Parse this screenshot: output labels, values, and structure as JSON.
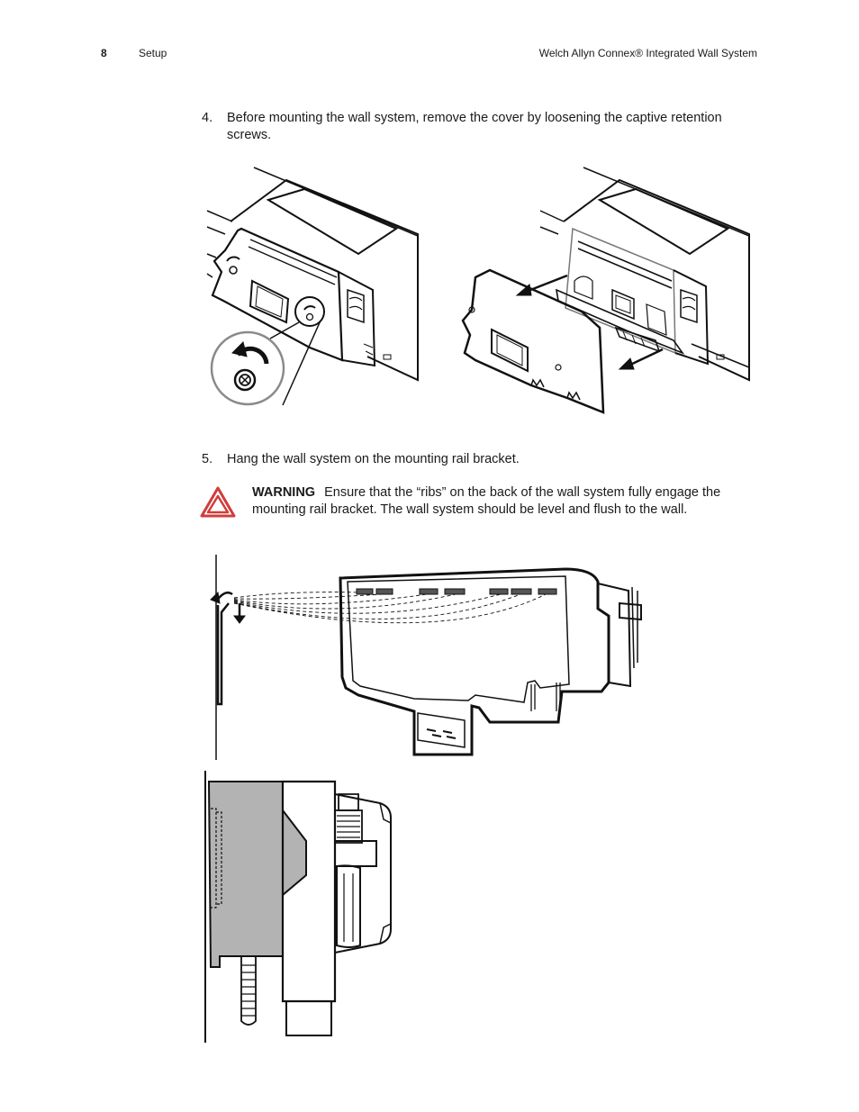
{
  "header": {
    "page_number": "8",
    "section": "Setup",
    "product": "Welch Allyn Connex® Integrated Wall System"
  },
  "steps": [
    {
      "number": "4.",
      "text": "Before mounting the wall system, remove the cover by loosening the captive retention screws."
    },
    {
      "number": "5.",
      "text": "Hang the wall system on the mounting rail bracket."
    }
  ],
  "warning": {
    "label": "WARNING",
    "text": "Ensure that the “ribs” on the back of the wall system fully engage the mounting rail bracket. The wall system should be level and flush to the wall.",
    "icon": "hazard-triangle-icon",
    "color": "#d23c3c"
  },
  "figures": [
    {
      "name": "cover-removal-illustration"
    },
    {
      "name": "rail-hanging-illustration"
    },
    {
      "name": "side-profile-illustration"
    }
  ]
}
